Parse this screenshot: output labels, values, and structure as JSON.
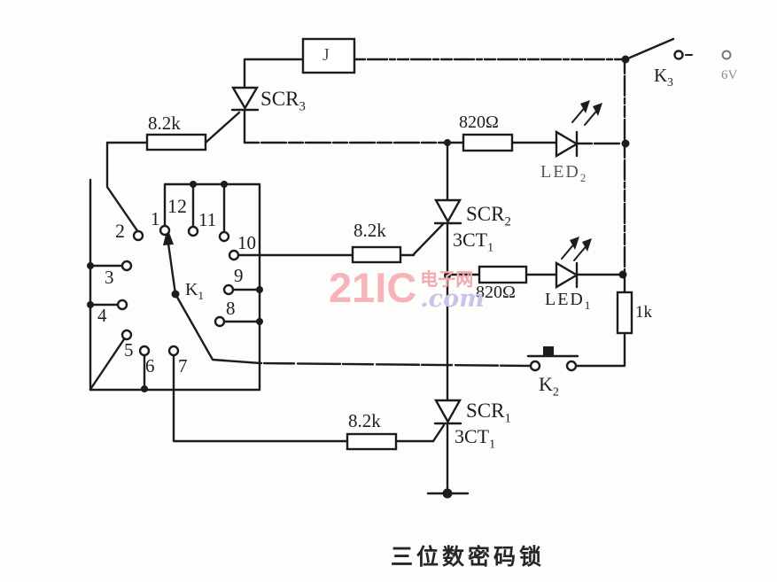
{
  "caption": "三位数密码锁",
  "watermark": {
    "brand": "21IC",
    "site_name": "电子网",
    "domain": ".com",
    "brand_color": "#f6b3b8",
    "domain_color": "#cbc2e8"
  },
  "relay": {
    "label": "J"
  },
  "power": {
    "label": "6V"
  },
  "switches": {
    "k1": {
      "base": "K",
      "sub": "1"
    },
    "k2": {
      "base": "K",
      "sub": "2"
    },
    "k3": {
      "base": "K",
      "sub": "3"
    }
  },
  "thyristors": {
    "scr3": {
      "base": "SCR",
      "sub": "3"
    },
    "scr2": {
      "base": "SCR",
      "sub": "2",
      "part_base": "3CT",
      "part_sub": "1"
    },
    "scr1": {
      "base": "SCR",
      "sub": "1",
      "part_base": "3CT",
      "part_sub": "1"
    }
  },
  "leds": {
    "led2": {
      "base": "LED",
      "sub": "2"
    },
    "led1": {
      "base": "LED",
      "sub": "1"
    }
  },
  "resistors": {
    "r_gate_scr3": "8.2k",
    "r_gate_scr2": "8.2k",
    "r_gate_scr1": "8.2k",
    "r_led2": "820Ω",
    "r_led1": "820Ω",
    "r_load": "1k"
  },
  "rotary_contacts": [
    "1",
    "2",
    "3",
    "4",
    "5",
    "6",
    "7",
    "8",
    "9",
    "10",
    "11",
    "12"
  ]
}
